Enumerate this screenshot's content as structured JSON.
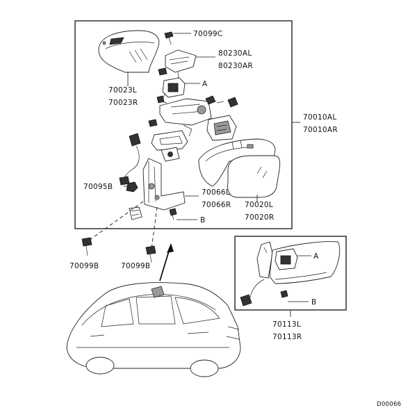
{
  "labels": {
    "bolt_top": "70099C",
    "harness_l": "80230AL",
    "harness_r": "80230AR",
    "cover_l": "70023L",
    "cover_r": "70023R",
    "assy_l": "70010AL",
    "assy_r": "70010AR",
    "base_l": "70066L",
    "base_r": "70066R",
    "glass_l": "70020L",
    "glass_r": "70020R",
    "nut": "70095B",
    "bolt_b1": "70099B",
    "bolt_b2": "70099B",
    "inset_l": "70113L",
    "inset_r": "70113R",
    "ref_a_main": "A",
    "ref_b_main": "B",
    "ref_a_inset": "A",
    "ref_b_inset": "B",
    "figure_code": "D00066"
  }
}
